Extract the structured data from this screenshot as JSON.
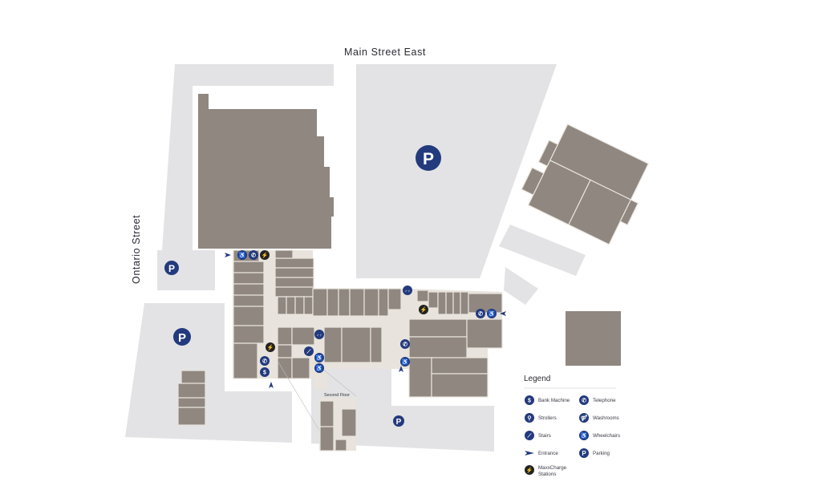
{
  "streets": {
    "main": "Main Street East",
    "side": "Ontario Street"
  },
  "labels": {
    "second_floor": "Second Floor"
  },
  "icons": {
    "parking": "P",
    "bank": "$",
    "phone": "✆",
    "stroller": "♿",
    "stairs": "⟋",
    "washrooms": "♂♀",
    "wheelchair": "♿",
    "charge": "⚡"
  },
  "legend": {
    "title": "Legend",
    "items": [
      {
        "icon": "bank-machine-icon",
        "symbol": "$",
        "label": "Bank Machine"
      },
      {
        "icon": "telephone-icon",
        "symbol": "✆",
        "label": "Telephone"
      },
      {
        "icon": "stroller-icon",
        "symbol": "⚲",
        "label": "Strollers"
      },
      {
        "icon": "washrooms-icon",
        "symbol": "⚤",
        "label": "Washrooms"
      },
      {
        "icon": "stairs-icon",
        "symbol": "⟋",
        "label": "Stairs"
      },
      {
        "icon": "wheelchair-icon",
        "symbol": "♿",
        "label": "Wheelchairs"
      },
      {
        "icon": "entrance-icon",
        "symbol": "",
        "label": "Entrance"
      },
      {
        "icon": "parking-icon",
        "symbol": "P",
        "label": "Parking"
      },
      {
        "icon": "maxxcharge-icon",
        "symbol": "⚡",
        "label_line1": "MaxxCharge",
        "label_line2": "Stations"
      }
    ]
  },
  "colors": {
    "lot": "#e3e3e5",
    "building": "#8f8780",
    "corridor": "#e8e3dc",
    "icon": "#233a7d"
  }
}
